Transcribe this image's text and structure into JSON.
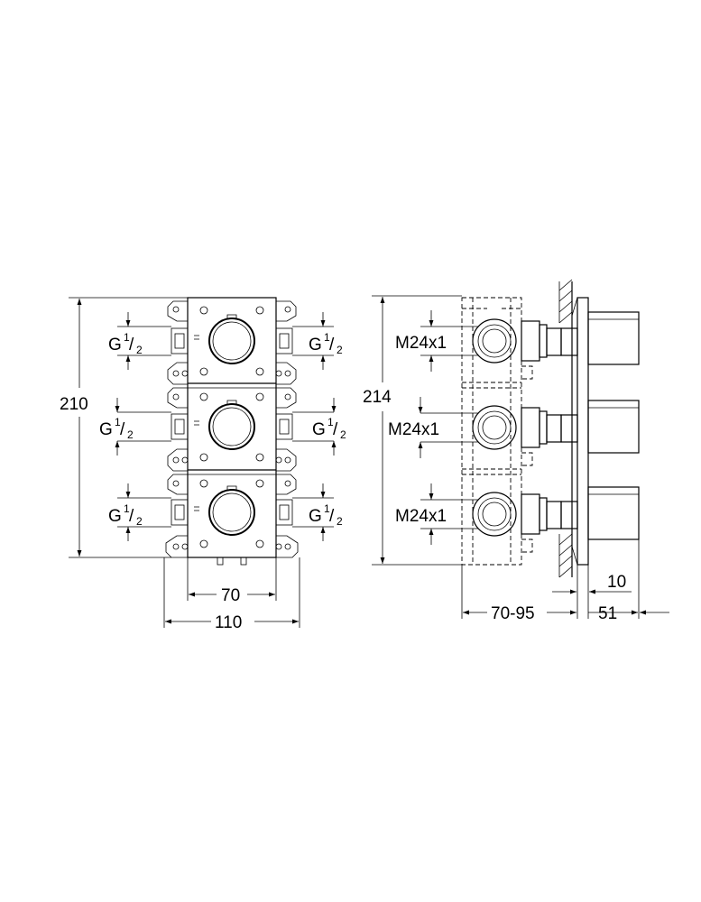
{
  "front_view": {
    "height_label": "210",
    "inner_width_label": "70",
    "outer_width_label": "110",
    "port_thread": {
      "base": "G",
      "numerator": "1",
      "denominator": "2"
    }
  },
  "side_view": {
    "height_label": "214",
    "outlet_thread": "M24x1",
    "depth_label": "70-95",
    "plate_label": "10",
    "projection_label": "51"
  }
}
